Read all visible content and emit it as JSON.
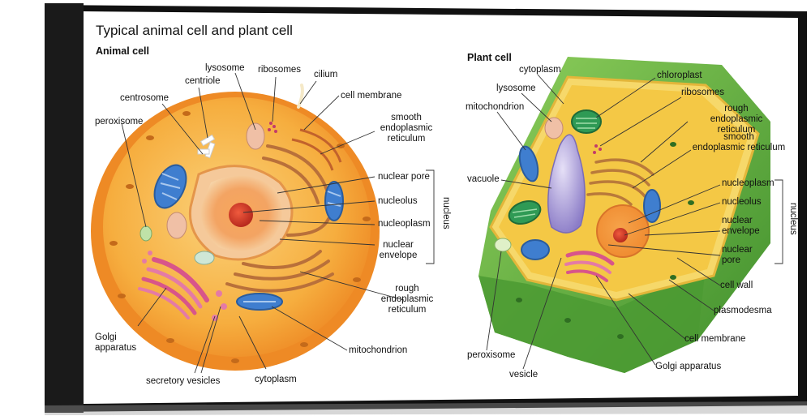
{
  "title": "Typical animal cell and plant cell",
  "animal": {
    "heading": "Animal cell",
    "labels": {
      "lysosome": "lysosome",
      "ribosomes": "ribosomes",
      "cilium": "cilium",
      "centriole": "centriole",
      "cell_membrane": "cell membrane",
      "centrosome": "centrosome",
      "smooth_er": "smooth\nendoplasmic\nreticulum",
      "peroxisome": "peroxisome",
      "nuclear_pore": "nuclear pore",
      "nucleolus": "nucleolus",
      "nucleoplasm": "nucleoplasm",
      "nuclear_envelope": "nuclear\nenvelope",
      "nucleus": "nucleus",
      "rough_er": "rough\nendoplasmic\nreticulum",
      "golgi": "Golgi\napparatus",
      "mitochondrion": "mitochondrion",
      "secretory_vesicles": "secretory vesicles",
      "cytoplasm": "cytoplasm"
    }
  },
  "plant": {
    "heading": "Plant cell",
    "labels": {
      "cytoplasm": "cytoplasm",
      "chloroplast": "chloroplast",
      "lysosome": "lysosome",
      "ribosomes": "ribosomes",
      "mitochondrion": "mitochondrion",
      "rough_er": "rough\nendoplasmic reticulum",
      "smooth_er": "smooth\nendoplasmic reticulum",
      "vacuole": "vacuole",
      "nucleoplasm": "nucleoplasm",
      "nucleolus": "nucleolus",
      "nuclear_envelope": "nuclear\nenvelope",
      "nuclear_pore": "nuclear\npore",
      "nucleus": "nucleus",
      "cell_wall": "cell wall",
      "plasmodesma": "plasmodesma",
      "cell_membrane": "cell membrane",
      "peroxisome": "peroxisome",
      "vesicle": "vesicle",
      "golgi": "Golgi apparatus"
    }
  },
  "colors": {
    "frame": "#1a1a1a",
    "animal_membrane": "#f29a2e",
    "animal_cytoplasm": "#f6b545",
    "nucleus": "#f3c27a",
    "nucleolus": "#d9402c",
    "mitochondrion": "#3f7ecf",
    "golgi": "#d8558a",
    "plant_wall": "#5aa83c",
    "plant_cytoplasm": "#f4c845",
    "vacuole": "#a99bd6",
    "chloroplast": "#2f9a55"
  }
}
